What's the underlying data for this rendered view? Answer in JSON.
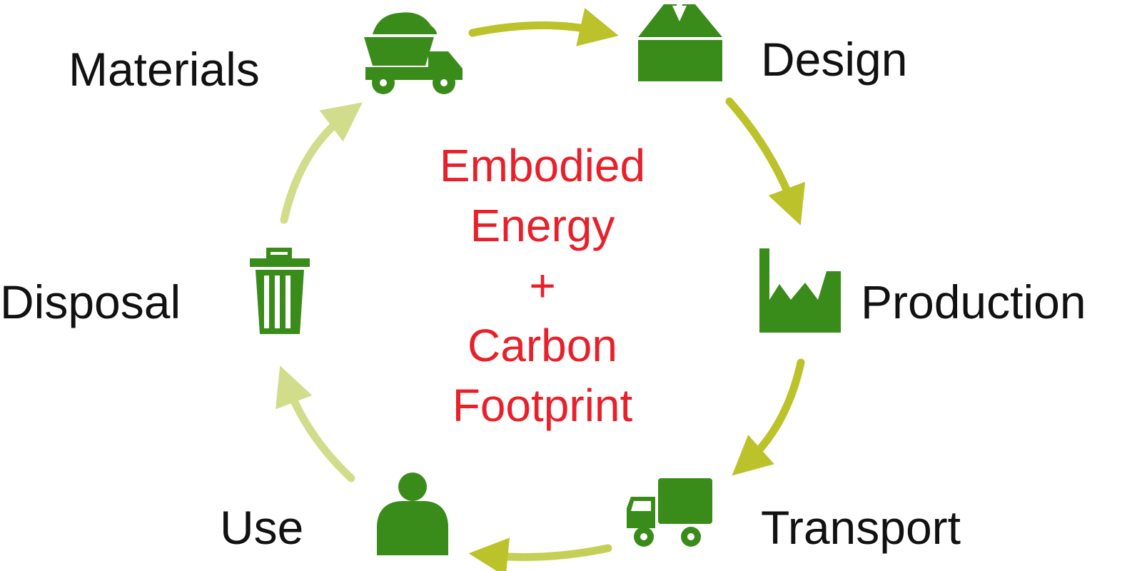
{
  "diagram": {
    "center_lines": [
      "Embodied",
      "Energy",
      "+",
      "Carbon",
      "Footprint"
    ],
    "stages": [
      {
        "id": "materials",
        "label": "Materials",
        "icon": "dump-truck-icon"
      },
      {
        "id": "design",
        "label": "Design",
        "icon": "box-icon"
      },
      {
        "id": "production",
        "label": "Production",
        "icon": "factory-icon"
      },
      {
        "id": "transport",
        "label": "Transport",
        "icon": "delivery-truck-icon"
      },
      {
        "id": "use",
        "label": "Use",
        "icon": "person-icon"
      },
      {
        "id": "disposal",
        "label": "Disposal",
        "icon": "trash-can-icon"
      }
    ],
    "colors": {
      "icon": "#3a8c1a",
      "arrow_dark": "#bcc22a",
      "arrow_light": "#d2dd8c",
      "center_text": "#e8202a",
      "label": "#111111"
    }
  }
}
